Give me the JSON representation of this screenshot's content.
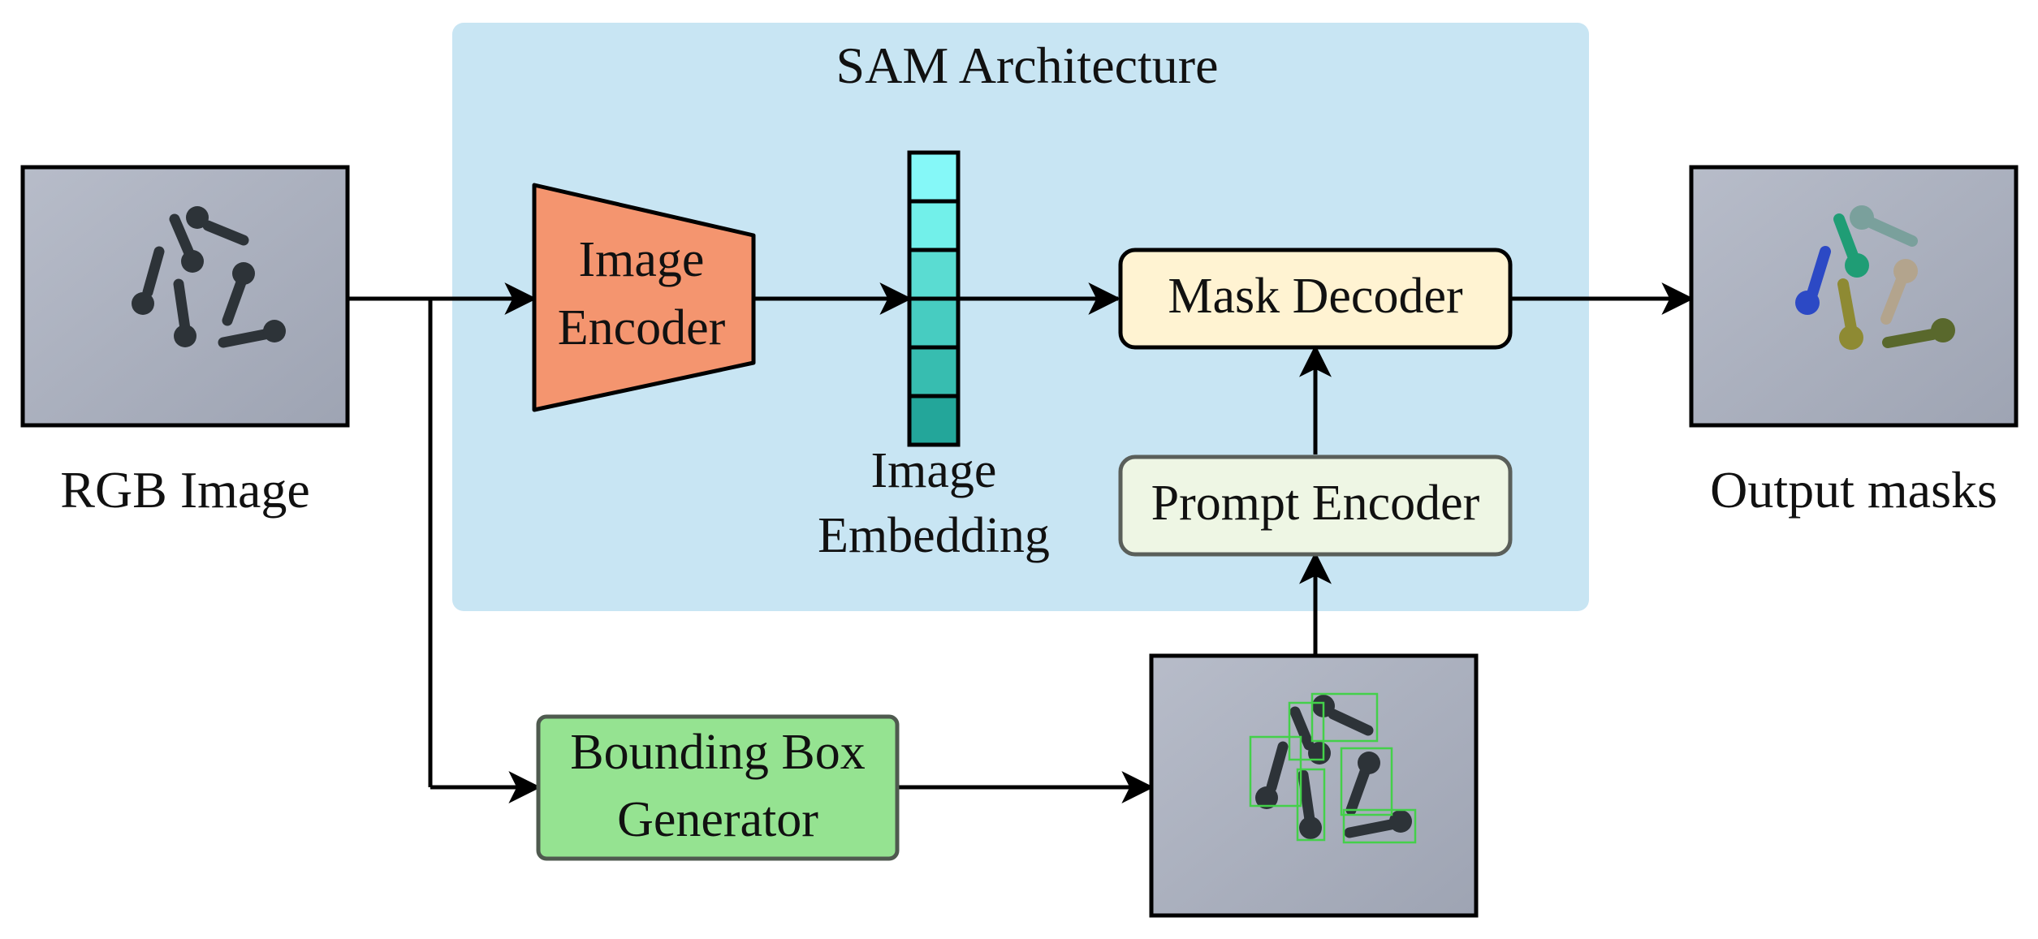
{
  "diagram": {
    "sam_title": "SAM Architecture",
    "rgb_label": "RGB Image",
    "output_label": "Output masks",
    "image_encoder": [
      "Image",
      "Encoder"
    ],
    "image_embedding": [
      "Image",
      "Embedding"
    ],
    "mask_decoder": "Mask Decoder",
    "prompt_encoder": "Prompt Encoder",
    "bbox_generator": [
      "Bounding Box",
      "Generator"
    ]
  },
  "colors": {
    "sam_bg": "#c8e5f3",
    "encoder_fill": "#f4956f",
    "embedding_cells": [
      "#85f8f8",
      "#72f0ea",
      "#5adcd2",
      "#47ccc1",
      "#37bdb0",
      "#23a69a"
    ],
    "mask_decoder_fill": "#fff3d2",
    "prompt_encoder_fill": "#eef6e4",
    "bbox_fill": "#95e391",
    "photo_bg": "#a7adbd",
    "peg": "#2d3338",
    "bbox_stroke": "#44d04a",
    "mask_colors": [
      "#1f9d75",
      "#7aa09c",
      "#2c49c5",
      "#8e8a33",
      "#b3a48d",
      "#59682c"
    ]
  }
}
